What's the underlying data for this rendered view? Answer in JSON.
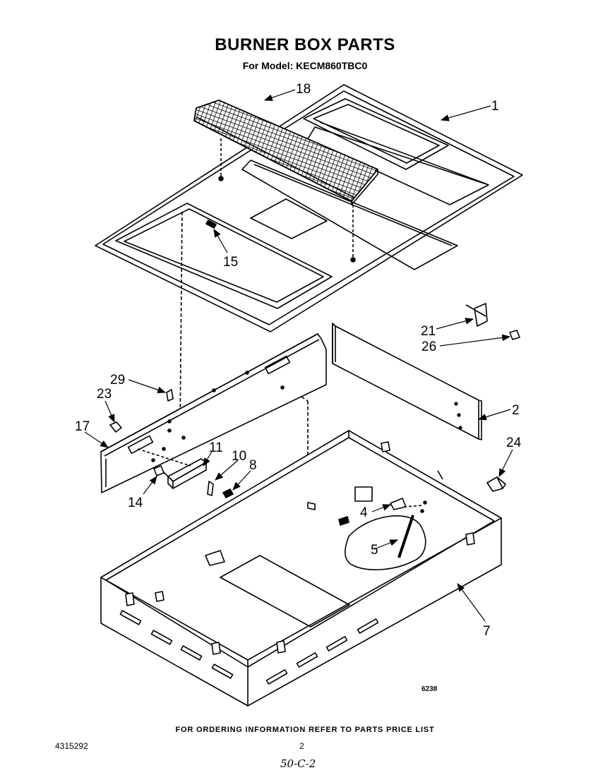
{
  "title": "BURNER BOX PARTS",
  "subtitle": "For Model: KECM860TBC0",
  "callouts": {
    "c1": "1",
    "c2": "2",
    "c4": "4",
    "c5": "5",
    "c7": "7",
    "c8": "8",
    "c10": "10",
    "c11": "11",
    "c14": "14",
    "c15": "15",
    "c17": "17",
    "c18": "18",
    "c21": "21",
    "c23": "23",
    "c24": "24",
    "c26": "26",
    "c29": "29"
  },
  "figure_number": "6238",
  "footer_note": "FOR ORDERING INFORMATION REFER TO PARTS PRICE LIST",
  "document_number": "4315292",
  "page_number": "2",
  "handwritten_note": "50-C-2"
}
